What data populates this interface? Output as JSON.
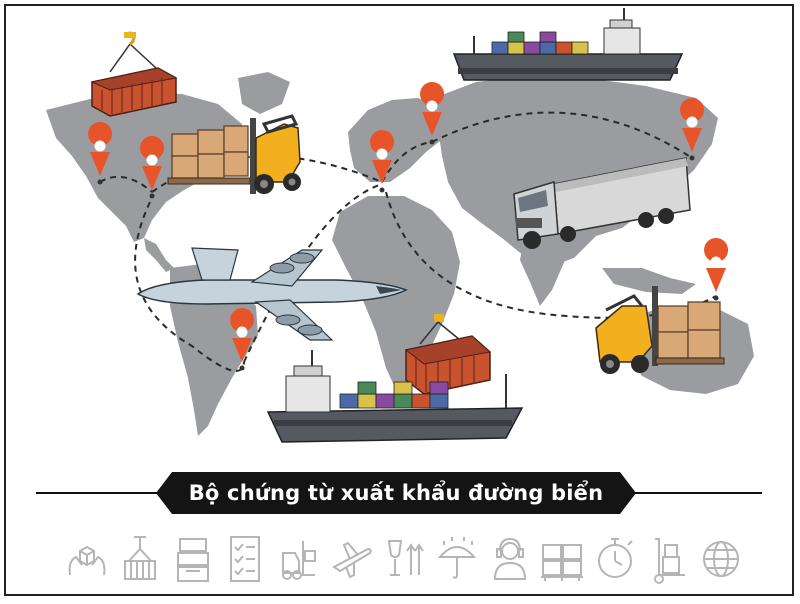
{
  "banner": {
    "title": "Bộ chứng từ xuất khẩu đường biển"
  },
  "colors": {
    "map": "#9a9ca0",
    "route": "#2a2a2a",
    "pin": "#e8542a",
    "container": "#c9532e",
    "forklift": "#f2b01e",
    "crate": "#d9a877",
    "truck": "#d8d8d8",
    "ship_hull": "#555a60",
    "plane": "#c7d3dc",
    "icon_gray": "#b5b5b5",
    "banner": "#141414"
  },
  "scene": {
    "pins": [
      "pin-west-us",
      "pin-east-us",
      "pin-europe",
      "pin-north-europe",
      "pin-east-asia",
      "pin-southeast-asia",
      "pin-south-america"
    ],
    "vehicles": [
      "container-ship-top",
      "container-ship-bottom",
      "cargo-plane",
      "semi-truck",
      "forklift-left",
      "forklift-right",
      "hanging-container-left",
      "hanging-container-right"
    ]
  },
  "icons": [
    "hands-package-icon",
    "crane-container-icon",
    "stacked-goods-icon",
    "checklist-icon",
    "forklift-icon",
    "airplane-icon",
    "fragile-glass-icon",
    "umbrella-keep-dry-icon",
    "support-agent-icon",
    "boxes-pallet-icon",
    "stopwatch-icon",
    "hand-truck-icon",
    "globe-icon"
  ]
}
